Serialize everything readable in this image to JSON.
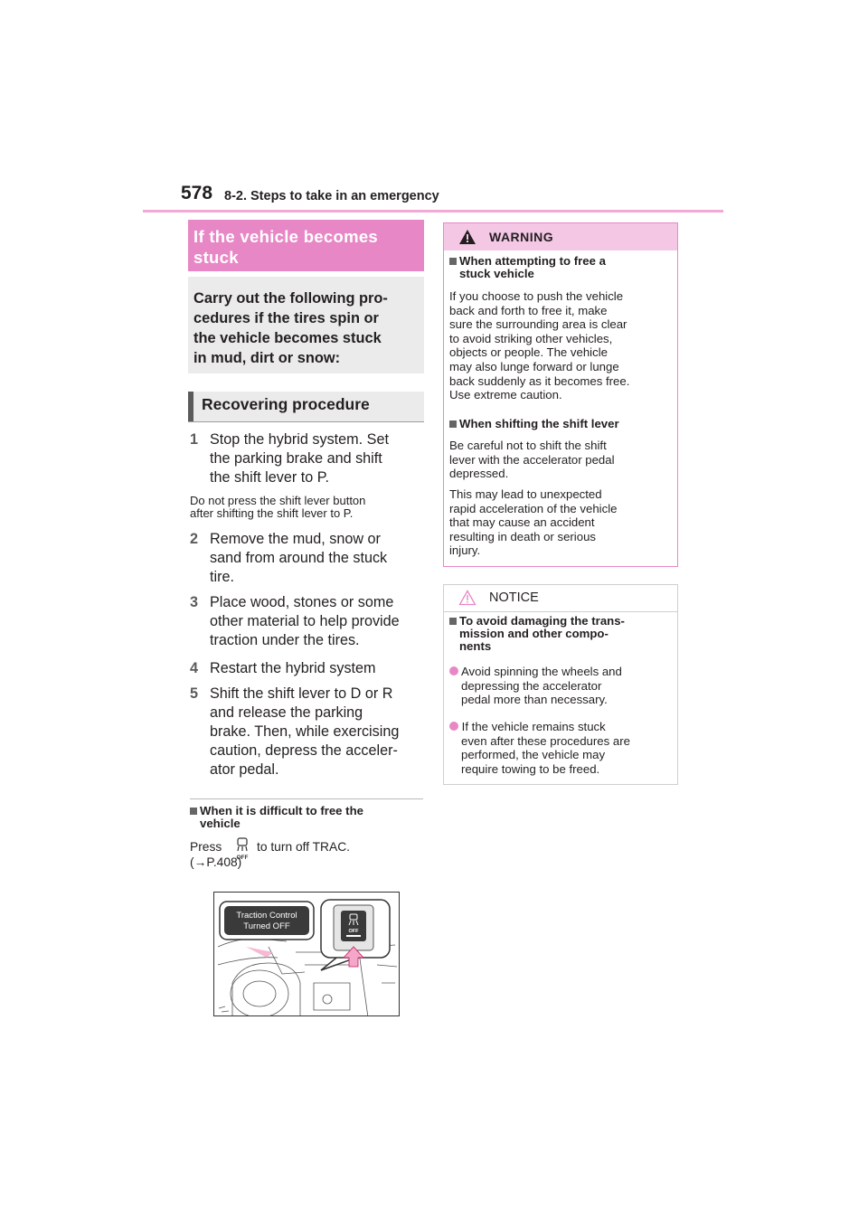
{
  "header": {
    "page_number": "578",
    "section": "8-2. Steps to take in an emergency"
  },
  "left": {
    "title": [
      "If the vehicle becomes",
      "stuck"
    ],
    "intro": [
      "Carry out the following pro-",
      "cedures if the tires spin or",
      "the vehicle becomes stuck",
      "in mud, dirt or snow:"
    ],
    "subheading": "Recovering procedure",
    "steps": [
      {
        "num": "1",
        "lines": [
          "Stop the hybrid system. Set",
          "the parking brake and shift",
          "the shift lever to P."
        ]
      },
      {
        "num": "2",
        "lines": [
          "Remove the mud, snow or",
          "sand from around the stuck",
          "tire."
        ]
      },
      {
        "num": "3",
        "lines": [
          "Place wood, stones or some",
          "other material to help provide",
          "traction under the tires."
        ]
      },
      {
        "num": "4",
        "lines": [
          "Restart the hybrid system"
        ]
      },
      {
        "num": "5",
        "lines": [
          "Shift the shift lever to D or R",
          "and release the parking",
          "brake. Then, while exercising",
          "caution, depress the acceler-",
          "ator pedal."
        ]
      }
    ],
    "step1_note": [
      "Do not press the shift lever button",
      "after shifting the shift lever to P."
    ],
    "difficult_heading": [
      "When it is difficult to free the",
      "vehicle"
    ],
    "press_text": {
      "before": "Press",
      "after": "to turn off TRAC.",
      "ref": "(→P.408)"
    },
    "illustration": {
      "callout": [
        "Traction Control",
        "Turned OFF"
      ],
      "button_label": "OFF",
      "icon": "trac-off-icon"
    }
  },
  "warning": {
    "title": "WARNING",
    "sections": [
      {
        "heading": [
          "When attempting to free a",
          "stuck vehicle"
        ],
        "body": [
          "If you choose to push the vehicle",
          "back and forth to free it, make",
          "sure the surrounding area is clear",
          "to avoid striking other vehicles,",
          "objects or people. The vehicle",
          "may also lunge forward or lunge",
          "back suddenly as it becomes free.",
          "Use extreme caution."
        ]
      },
      {
        "heading": [
          "When shifting the shift lever"
        ],
        "body": [
          "Be careful not to shift the shift",
          "lever with the accelerator pedal",
          "depressed."
        ],
        "body2": [
          "This may lead to unexpected",
          "rapid acceleration of the vehicle",
          "that may cause an accident",
          "resulting in death or serious",
          "injury."
        ]
      }
    ]
  },
  "notice": {
    "title": "NOTICE",
    "heading": [
      "To avoid damaging the trans-",
      "mission and other compo-",
      "nents"
    ],
    "bullets": [
      [
        "Avoid spinning the wheels and",
        "depressing the accelerator",
        "pedal more than necessary."
      ],
      [
        "If the vehicle remains stuck",
        "even after these procedures are",
        "performed, the vehicle may",
        "require towing to be freed."
      ]
    ]
  },
  "colors": {
    "accent": "#e887c6",
    "accent_light": "#f4c7e5",
    "gray_box": "#ebebeb",
    "subheading_bar": "#5b5b5b"
  }
}
